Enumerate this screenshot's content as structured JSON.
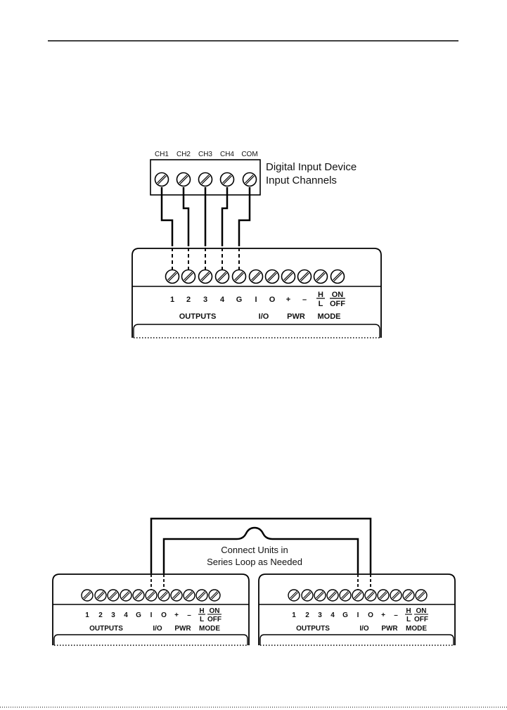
{
  "diagram1": {
    "device_channels": [
      "CH1",
      "CH2",
      "CH3",
      "CH4",
      "COM"
    ],
    "device_label_line1": "Digital Input Device",
    "device_label_line2": "Input Channels",
    "terminals": {
      "numbers": [
        "1",
        "2",
        "3",
        "4"
      ],
      "g": "G",
      "i": "I",
      "o": "O",
      "plus": "+",
      "minus": "–",
      "h": "H",
      "l": "L",
      "on": "ON",
      "off": "OFF",
      "groups": {
        "outputs": "OUTPUTS",
        "io": "I/O",
        "pwr": "PWR",
        "mode": "MODE"
      }
    }
  },
  "diagram2": {
    "note_line1": "Connect Units in",
    "note_line2": "Series Loop as Needed",
    "terminals": {
      "numbers": [
        "1",
        "2",
        "3",
        "4"
      ],
      "g": "G",
      "i": "I",
      "o": "O",
      "plus": "+",
      "minus": "–",
      "h": "H",
      "l": "L",
      "on": "ON",
      "off": "OFF",
      "groups": {
        "outputs": "OUTPUTS",
        "io": "I/O",
        "pwr": "PWR",
        "mode": "MODE"
      }
    }
  }
}
